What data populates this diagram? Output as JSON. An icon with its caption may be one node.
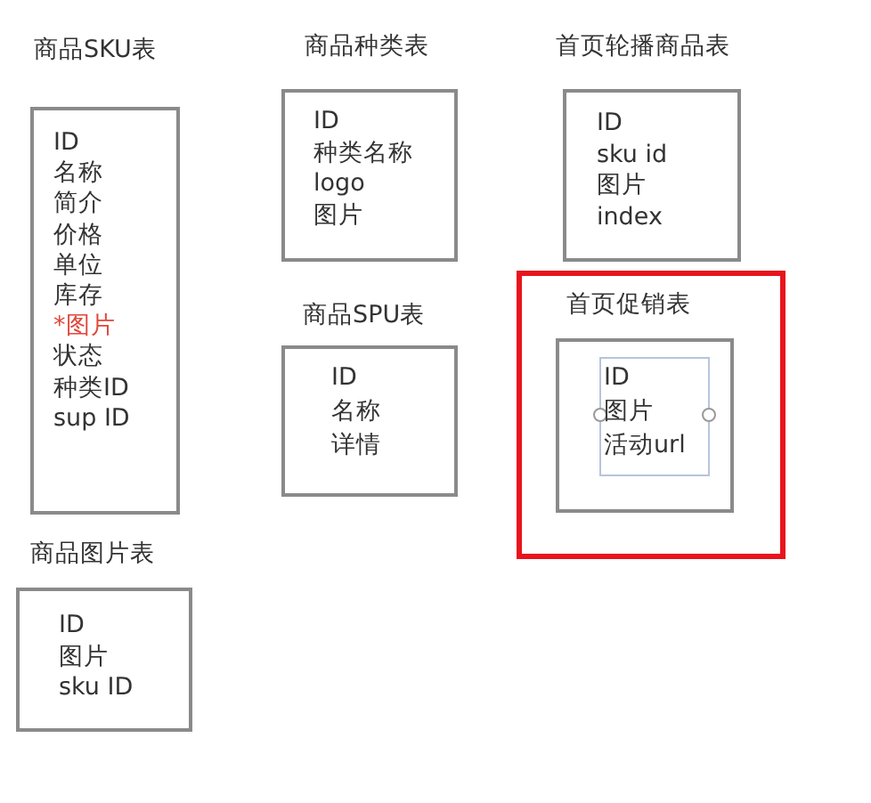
{
  "diagram": {
    "nodes": [
      {
        "text": [
          "商品SKU表",
          "ID",
          "名称",
          "简介",
          "价格",
          "单位",
          "库存",
          "*图片",
          "状态",
          "种类ID",
          "sup ID"
        ]
      },
      {
        "text": [
          "商品种类表",
          "ID",
          "种类名称",
          "logo",
          "图片"
        ]
      },
      {
        "text": [
          "首页轮播商品表",
          "ID",
          "sku id",
          "图片",
          "index"
        ]
      },
      {
        "text": [
          "商品SPU表",
          "ID",
          "名称",
          "详情"
        ]
      },
      {
        "text": [],
        "shape": "box"
      },
      {
        "text": [
          "首页促销表",
          "ID",
          "图片",
          "活动url"
        ],
        "in": 4
      },
      {
        "text": [
          "商品图片表",
          "ID",
          "图片",
          "sku ID"
        ]
      }
    ]
  }
}
